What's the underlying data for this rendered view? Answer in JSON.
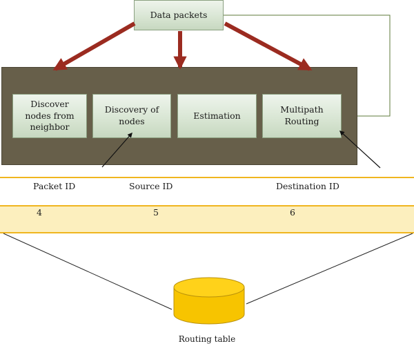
{
  "top_box": {
    "label": "Data packets"
  },
  "modules": [
    {
      "label": "Discover nodes from neighbor"
    },
    {
      "label": "Discovery of nodes"
    },
    {
      "label": "Estimation"
    },
    {
      "label": "Multipath Routing"
    }
  ],
  "table": {
    "headers": [
      "Packet ID",
      "Source ID",
      "Destination ID"
    ],
    "row": [
      "4",
      "5",
      "6"
    ]
  },
  "database": {
    "label": "Routing table"
  },
  "colors": {
    "panel": "#675f4a",
    "box_fill": "#d9e6d4",
    "arrow_red": "#9b2b20",
    "band_fill": "#fcefbe",
    "band_line": "#f0b51f",
    "cylinder": "#f7c400"
  }
}
